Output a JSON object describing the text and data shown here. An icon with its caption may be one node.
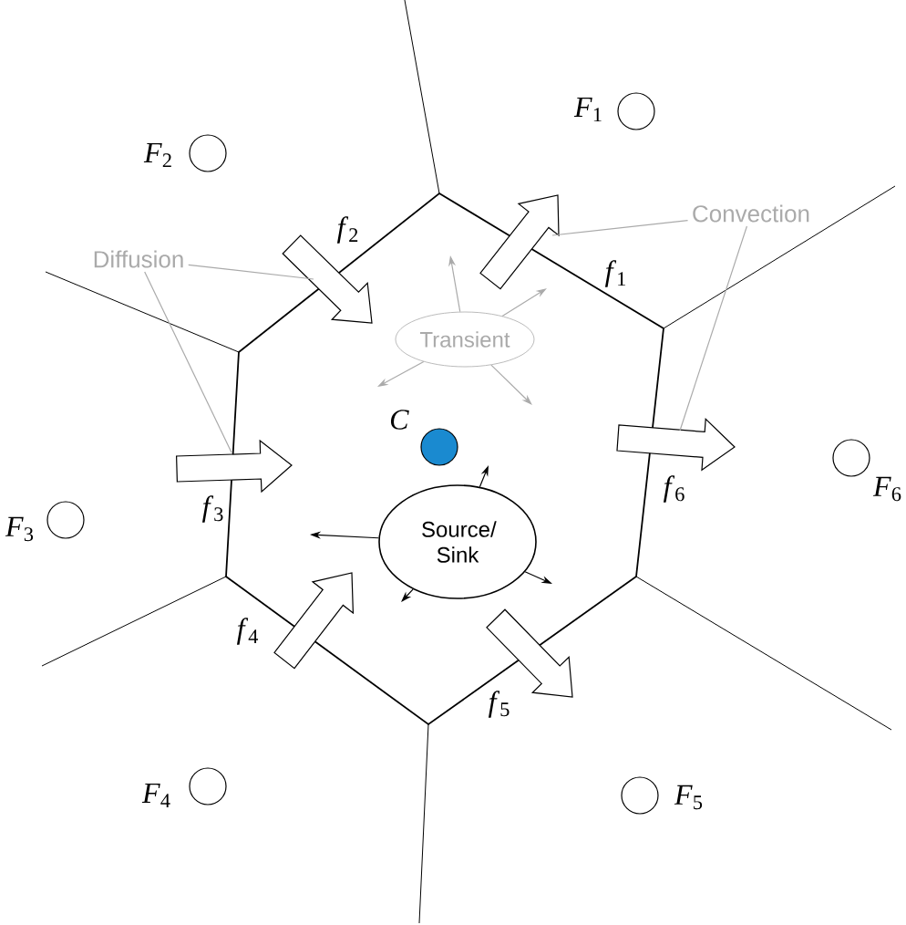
{
  "diagram": {
    "nodes": [
      {
        "text": [],
        "shape": "circle",
        "beside": [
          "*F*$_{1}$"
        ]
      },
      {
        "text": [],
        "shape": "circle",
        "beside": [
          "*F*$_{2}$"
        ]
      },
      {
        "text": [
          "Convection"
        ]
      },
      {
        "text": [
          "Diffusion"
        ]
      },
      {
        "text": [
          "Transient"
        ]
      },
      {
        "text": [],
        "shape": "circle",
        "beside": [
          "*C*"
        ]
      },
      {
        "text": [],
        "shape": "circle",
        "beside": [
          "*F*$_{6}$"
        ]
      },
      {
        "text": [],
        "shape": "circle",
        "beside": [
          "*F*$_{3}$"
        ]
      },
      {
        "text": [
          "Source/ Sink"
        ]
      },
      {
        "text": [],
        "shape": "circle",
        "beside": [
          "*F*$_{4}$"
        ]
      },
      {
        "text": [],
        "shape": "circle",
        "beside": [
          "*F*$_{5}$"
        ]
      }
    ],
    "edges": [
      {
        "from": 3,
        "to": null,
        "arrow": "none"
      },
      {
        "from": 3,
        "to": null,
        "arrow": "none"
      },
      {
        "from": 2,
        "to": null,
        "arrow": "none"
      },
      {
        "from": 2,
        "to": null,
        "arrow": "none"
      },
      {
        "from": 4,
        "to": null,
        "arrow": "to"
      },
      {
        "from": 4,
        "to": null,
        "arrow": "to"
      },
      {
        "from": 4,
        "to": null,
        "arrow": "to"
      },
      {
        "from": 4,
        "to": null,
        "arrow": "to"
      },
      {
        "from": 8,
        "to": null,
        "arrow": "to",
        "color": "#000000"
      },
      {
        "from": 8,
        "to": null,
        "arrow": "to",
        "color": "#000000"
      },
      {
        "from": 8,
        "to": null,
        "arrow": "to",
        "color": "#000000"
      },
      {
        "from": 8,
        "to": null,
        "arrow": "to",
        "color": "#000000"
      }
    ],
    "labels": [
      "*f*$_{2}$",
      "*f*$_{1}$",
      "*f*$_{6}$",
      "*f*$_{3}$",
      "*f*$_{4}$",
      "*f*$_{5}$"
    ]
  }
}
